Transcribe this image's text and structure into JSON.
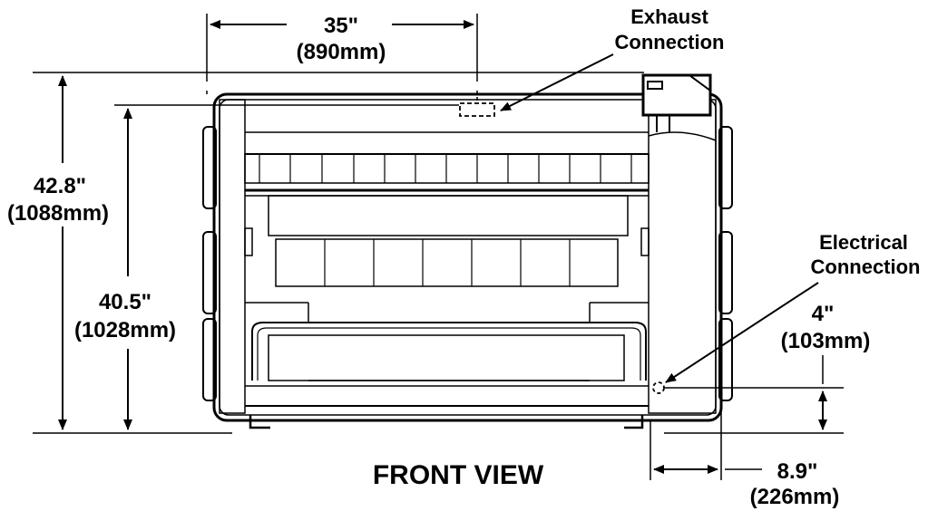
{
  "diagram": {
    "view_title": "FRONT VIEW",
    "width_dim": {
      "inches": "35\"",
      "mm": "(890mm)"
    },
    "overall_height_dim": {
      "inches": "42.8\"",
      "mm": "(1088mm)"
    },
    "body_height_dim": {
      "inches": "40.5\"",
      "mm": "(1028mm)"
    },
    "electrical_height_dim": {
      "inches": "4\"",
      "mm": "(103mm)"
    },
    "electrical_offset_dim": {
      "inches": "8.9\"",
      "mm": "(226mm)"
    },
    "exhaust_callout": {
      "line1": "Exhaust",
      "line2": "Connection"
    },
    "electrical_callout": {
      "line1": "Electrical",
      "line2": "Connection"
    },
    "colors": {
      "ink": "#000000",
      "background": "#ffffff"
    }
  }
}
